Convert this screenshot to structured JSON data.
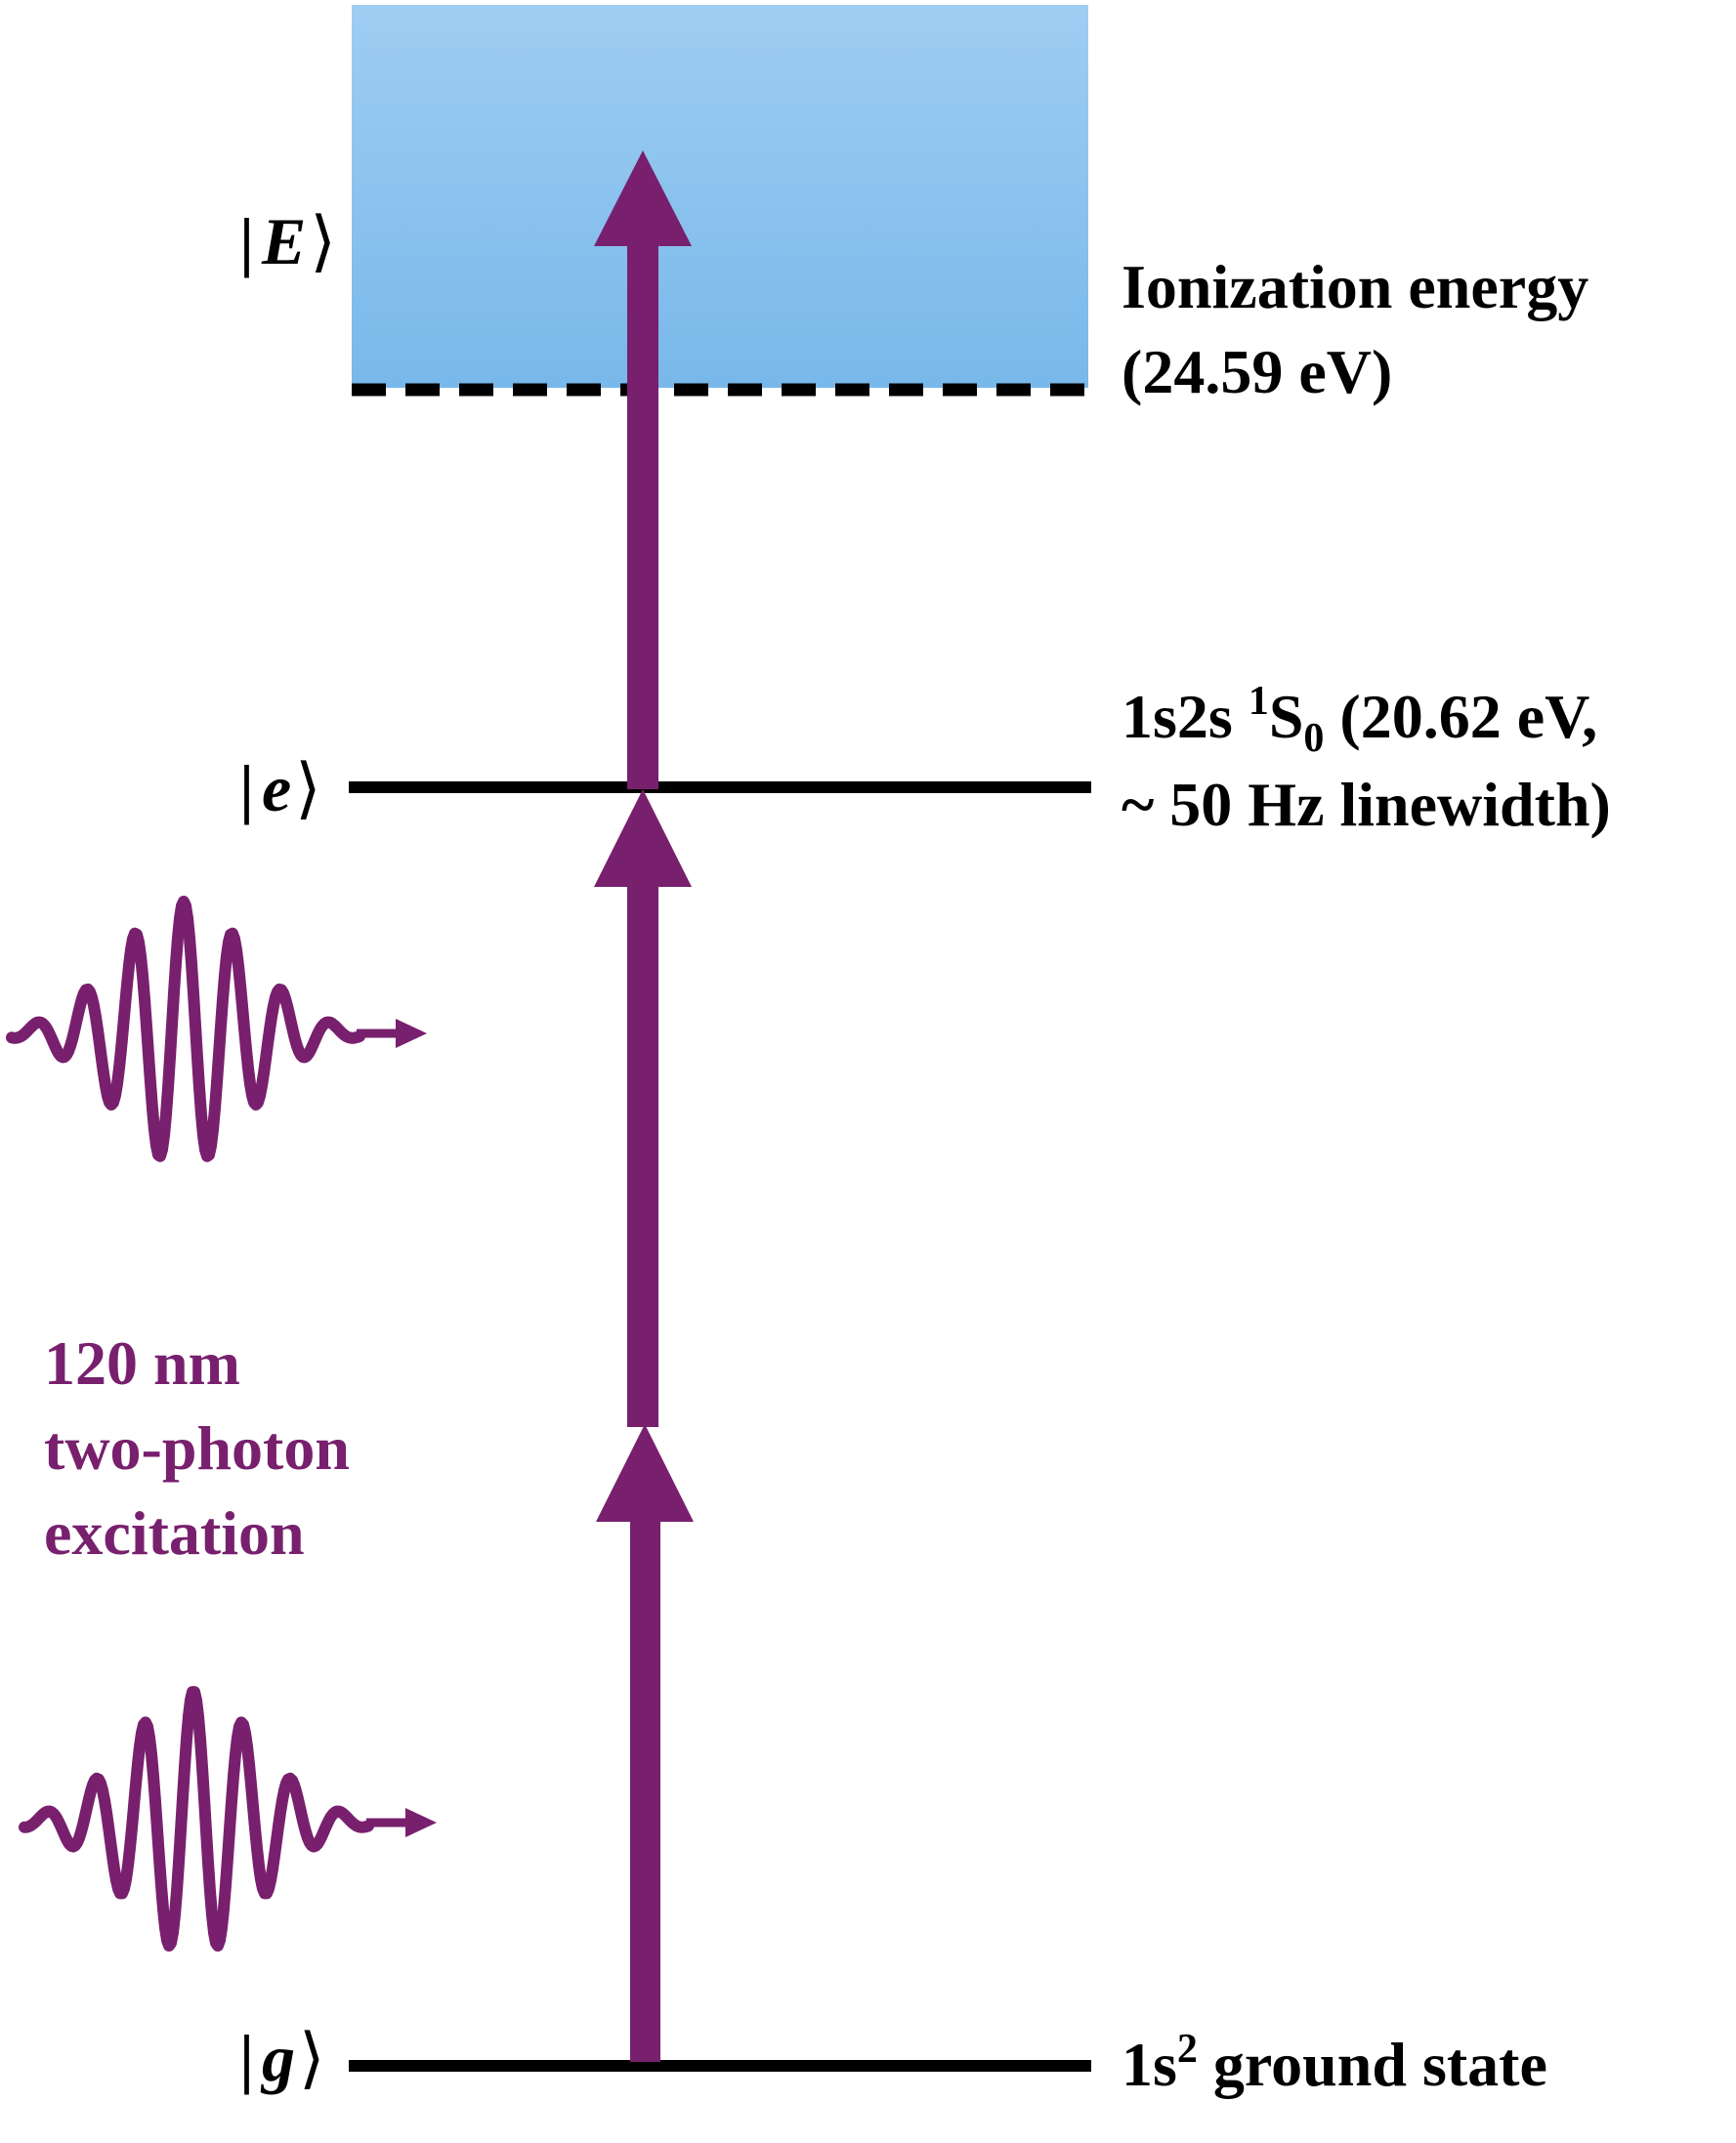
{
  "colors": {
    "arrow": "#78206e",
    "level": "#000000",
    "continuum_top": "#9fcdf2",
    "continuum_bottom": "#78b8ea",
    "background": "#ffffff"
  },
  "states": {
    "E": {
      "bar_left": "|",
      "symbol": "E",
      "bracket": "⟩"
    },
    "e": {
      "bar_left": "|",
      "symbol": "e",
      "bracket": "⟩"
    },
    "g": {
      "bar_left": "|",
      "symbol": "g",
      "bracket": "⟩"
    }
  },
  "labels": {
    "ionization_line1": "Ionization energy",
    "ionization_line2": "(24.59 eV)",
    "excited_pre": "1s2s ",
    "excited_sup": "1",
    "excited_term": "S",
    "excited_sub": "0",
    "excited_post": " (20.62 eV,",
    "excited_line2": "~ 50 Hz linewidth)",
    "ground_pre": "1s",
    "ground_sup": "2",
    "ground_post": " ground state"
  },
  "excitation": {
    "line1": "120 nm",
    "line2": "two-photon",
    "line3": "excitation"
  }
}
